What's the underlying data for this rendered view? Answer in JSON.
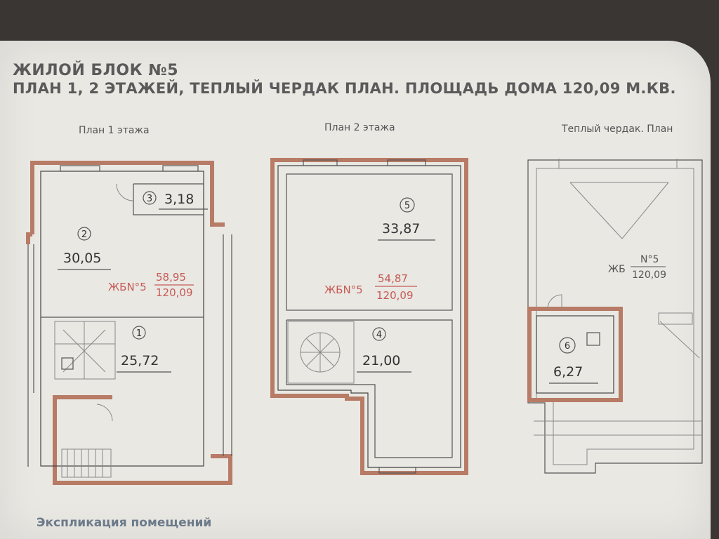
{
  "header": {
    "title": "ЖИЛОЙ БЛОК №5",
    "subtitle": "ПЛАН 1, 2 ЭТАЖЕЙ, ТЕПЛЫЙ ЧЕРДАК ПЛАН. ПЛОЩАДЬ ДОМА 120,09 М.КВ."
  },
  "plans": [
    {
      "caption": "План 1 этажа",
      "rooms": [
        {
          "number": "3",
          "area": "3,18"
        },
        {
          "number": "2",
          "area": "30,05"
        },
        {
          "number": "1",
          "area": "25,72"
        }
      ],
      "block_label": "ЖБN°5",
      "block_top": "58,95",
      "block_bottom": "120,09"
    },
    {
      "caption": "План 2 этажа",
      "rooms": [
        {
          "number": "5",
          "area": "33,87"
        },
        {
          "number": "4",
          "area": "21,00"
        }
      ],
      "block_label": "ЖБN°5",
      "block_top": "54,87",
      "block_bottom": "120,09"
    },
    {
      "caption": "Теплый чердак. План",
      "rooms": [
        {
          "number": "6",
          "area": "6,27"
        }
      ],
      "block_label": "ЖБ",
      "block_top": "N°5",
      "block_bottom": "120,09"
    }
  ],
  "footer": {
    "text": "Экспликация помещений"
  },
  "colors": {
    "wall": "#b77b66",
    "block_label": "#c65a55",
    "background": "#e9e8e3"
  }
}
